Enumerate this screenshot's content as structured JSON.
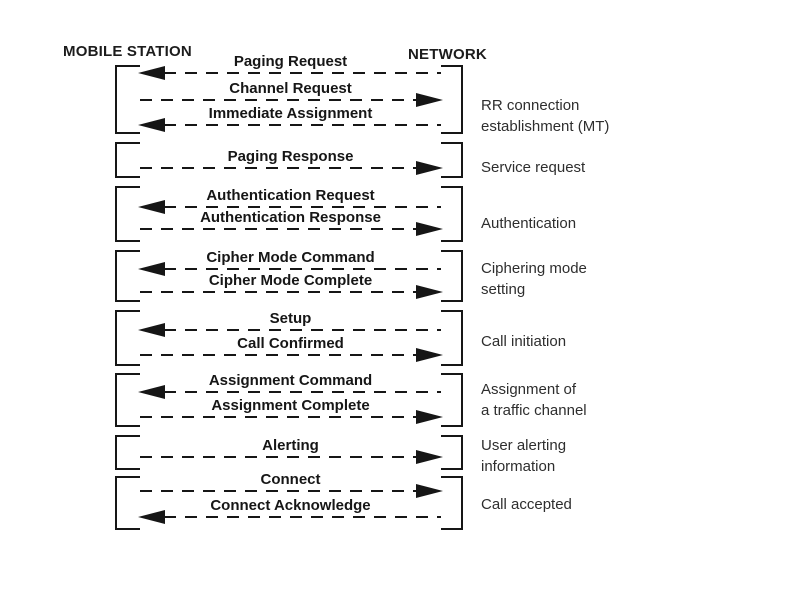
{
  "diagram": {
    "left_header": "MOBILE STATION",
    "right_header": "NETWORK",
    "colors": {
      "ink": "#161616",
      "phase_text": "#2e2e2e",
      "background": "#ffffff"
    },
    "groups": [
      {
        "phase_lines": [
          "RR connection",
          "establishment (MT)"
        ],
        "messages": [
          {
            "label": "Paging Request",
            "direction": "left"
          },
          {
            "label": "Channel Request",
            "direction": "right"
          },
          {
            "label": "Immediate Assignment",
            "direction": "left"
          }
        ]
      },
      {
        "phase_lines": [
          "Service request"
        ],
        "messages": [
          {
            "label": "Paging Response",
            "direction": "right"
          }
        ]
      },
      {
        "phase_lines": [
          "Authentication"
        ],
        "messages": [
          {
            "label": "Authentication Request",
            "direction": "left"
          },
          {
            "label": "Authentication Response",
            "direction": "right"
          }
        ]
      },
      {
        "phase_lines": [
          "Ciphering mode",
          "setting"
        ],
        "messages": [
          {
            "label": "Cipher Mode Command",
            "direction": "left"
          },
          {
            "label": "Cipher Mode Complete",
            "direction": "right"
          }
        ]
      },
      {
        "phase_lines": [
          "Call initiation"
        ],
        "messages": [
          {
            "label": "Setup",
            "direction": "left"
          },
          {
            "label": "Call Confirmed",
            "direction": "right"
          }
        ]
      },
      {
        "phase_lines": [
          "Assignment of",
          "a traffic channel"
        ],
        "messages": [
          {
            "label": "Assignment Command",
            "direction": "left"
          },
          {
            "label": "Assignment Complete",
            "direction": "right"
          }
        ]
      },
      {
        "phase_lines": [
          "User alerting",
          "information"
        ],
        "messages": [
          {
            "label": "Alerting",
            "direction": "right"
          }
        ]
      },
      {
        "phase_lines": [
          "Call accepted"
        ],
        "messages": [
          {
            "label": "Connect",
            "direction": "right"
          },
          {
            "label": "Connect Acknowledge",
            "direction": "left"
          }
        ]
      }
    ]
  }
}
